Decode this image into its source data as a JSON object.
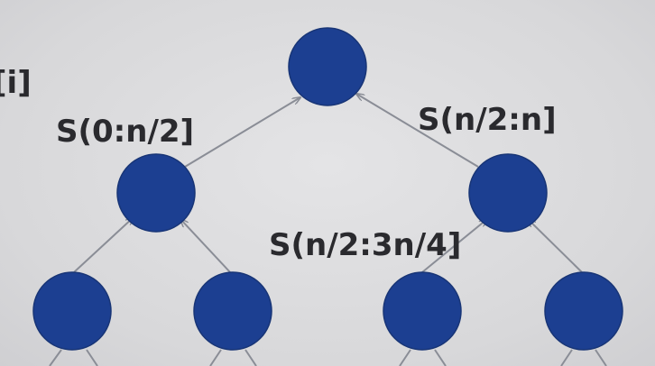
{
  "diagram": {
    "left_fragment": "[i]",
    "labels": {
      "left_edge": "S(0:n/2]",
      "right_edge": "S(n/2:n]",
      "lower_right_edge": "S(n/2:3n/4]"
    },
    "colors": {
      "node_fill": "#1c3f91",
      "edge": "#8a8d96",
      "text": "#2a2a2e"
    }
  }
}
